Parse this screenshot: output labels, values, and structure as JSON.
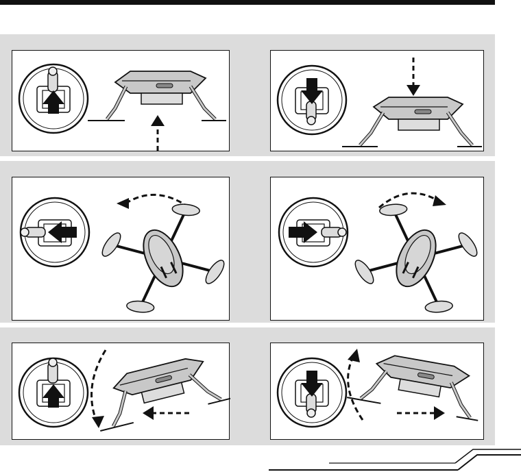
{
  "document": {
    "figures": [
      {
        "id": "throttle-up",
        "stick": "up",
        "motion": "ascend"
      },
      {
        "id": "throttle-down",
        "stick": "down",
        "motion": "descend"
      },
      {
        "id": "yaw-left",
        "stick": "left",
        "motion": "rotate-counterclockwise"
      },
      {
        "id": "yaw-right",
        "stick": "right",
        "motion": "rotate-clockwise"
      },
      {
        "id": "pitch-forward",
        "stick": "up",
        "motion": "tilt-forward"
      },
      {
        "id": "pitch-backward",
        "stick": "down",
        "motion": "tilt-backward"
      }
    ]
  },
  "colors": {
    "ink": "#111111",
    "band": "#dcdcdc",
    "body": "#bdbdbd",
    "body_light": "#d6d6d6"
  }
}
